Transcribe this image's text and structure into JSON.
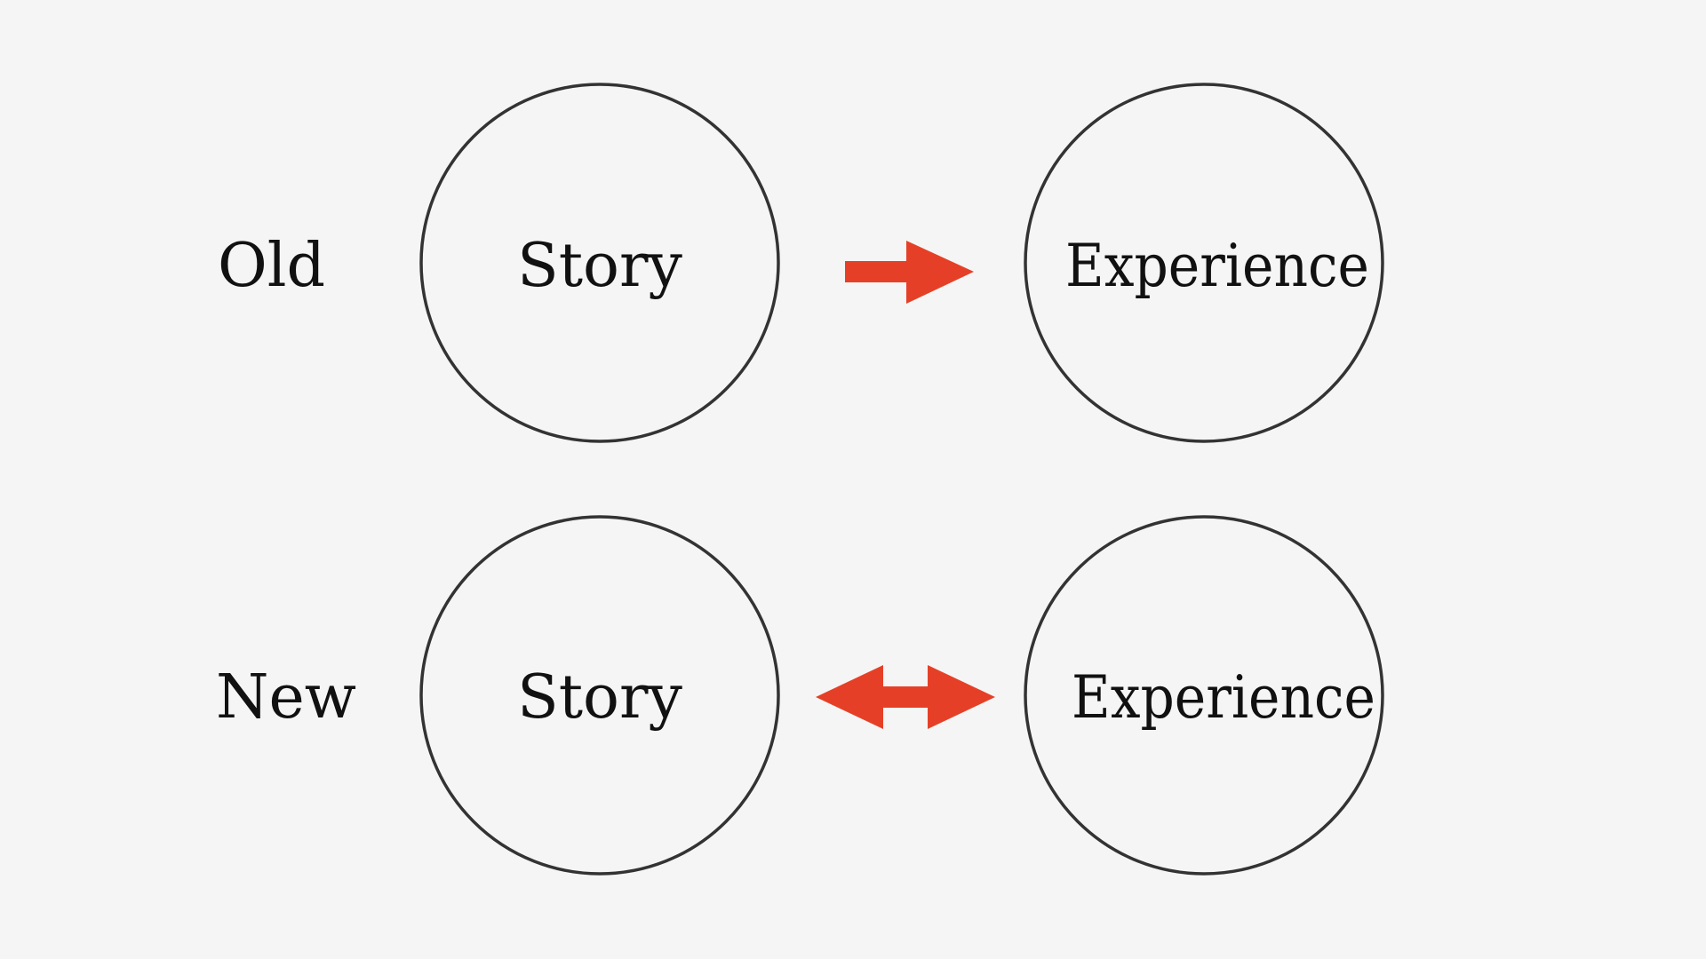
{
  "colors": {
    "background": "#f5f5f5",
    "circle_stroke": "#333333",
    "text": "#111111",
    "arrow": "#e54027"
  },
  "rows": [
    {
      "row_label": "Old",
      "left_circle_label": "Story",
      "right_circle_label": "Experience",
      "arrow": "right-arrow"
    },
    {
      "row_label": "New",
      "left_circle_label": "Story",
      "right_circle_label": "Experience",
      "arrow": "double-arrow"
    }
  ]
}
